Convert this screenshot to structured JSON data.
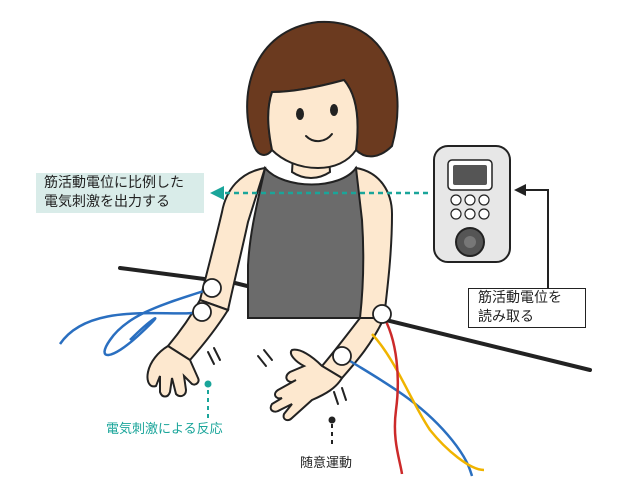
{
  "callouts": {
    "stimulation": {
      "line1": "筋活動電位に比例した",
      "line2": "電気刺激を出力する"
    },
    "reading": {
      "line1": "筋活動電位を",
      "line2": "読み取る"
    }
  },
  "labels": {
    "stim_response": "電気刺激による反応",
    "voluntary_movement": "随意運動"
  },
  "colors": {
    "skin": "#fde8cf",
    "hair": "#6b3a1f",
    "shirt": "#6b6b6b",
    "device": "#e7e7e7",
    "screen": "#555555",
    "arrow_teal": "#1aa59a",
    "callout_fill": "#d9ece9",
    "wire_blue": "#2a6fc0",
    "wire_red": "#cc2a2a",
    "wire_yellow": "#f0b400",
    "outline": "#222222"
  },
  "icons": [
    "emg-device-icon",
    "electrode-pad-icon",
    "motion-mark-icon"
  ]
}
